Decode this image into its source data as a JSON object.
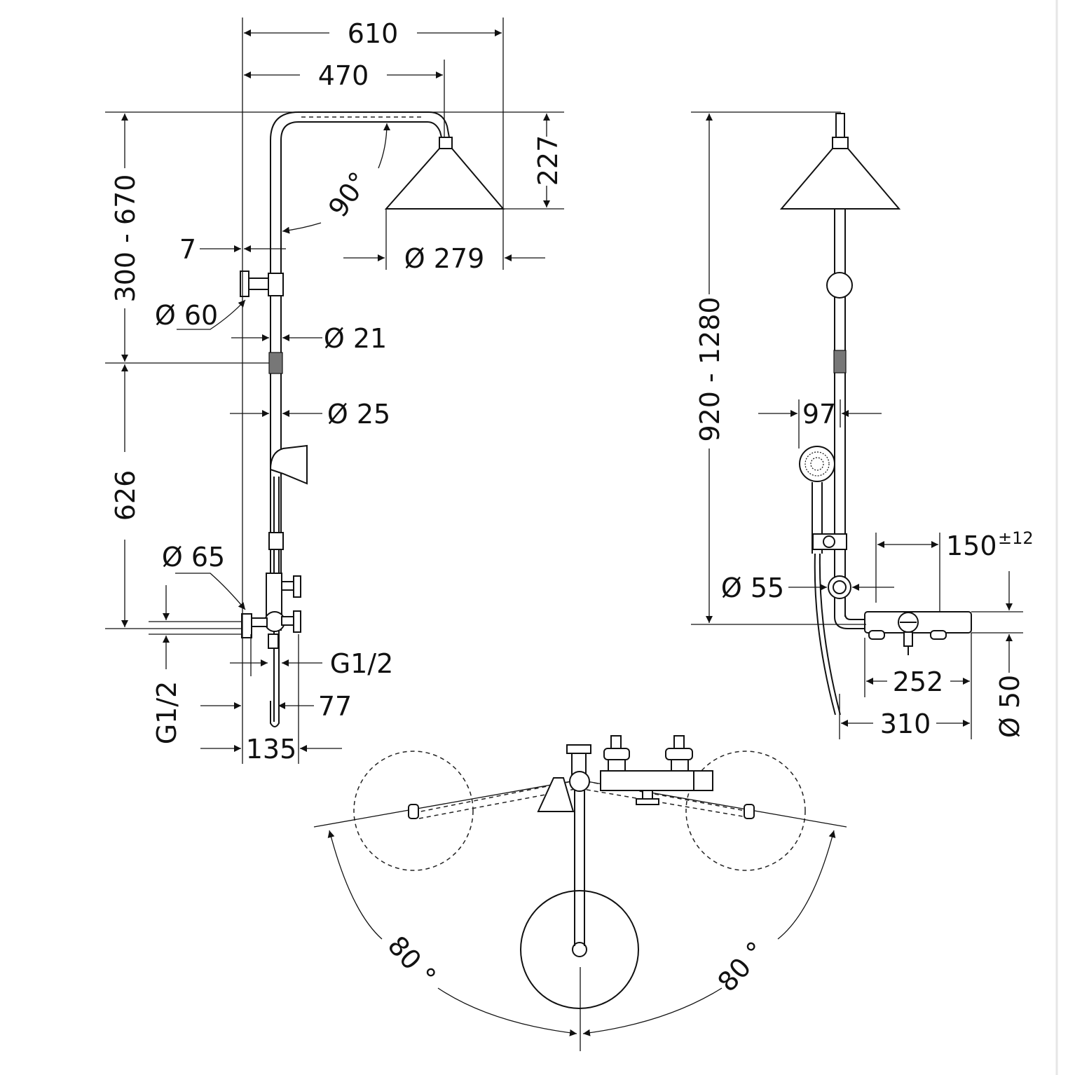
{
  "front_view": {
    "width_overall": "610",
    "arm_length": "470",
    "head_height": "227",
    "adjust_range": "300 - 670",
    "angle": "90°",
    "head_diameter": "Ø 279",
    "offset": "7",
    "knob_diameter": "Ø 60",
    "pipe_upper_diameter": "Ø 21",
    "pipe_lower_diameter": "Ø 25",
    "lower_height": "626",
    "valve_diameter": "Ø 65",
    "thread_side": "G1/2",
    "thread_bottom": "G1/2",
    "depth_small": "77",
    "depth_large": "135"
  },
  "side_view": {
    "height_range": "920 - 1280",
    "handshower_offset": "97",
    "centre_distance": "150",
    "tolerance": "±12",
    "valve_diameter": "Ø 55",
    "body_length": "252",
    "overall_length": "310",
    "body_diameter": "Ø 50"
  },
  "top_view": {
    "swivel_left": "80 °",
    "swivel_right": "80 °"
  }
}
